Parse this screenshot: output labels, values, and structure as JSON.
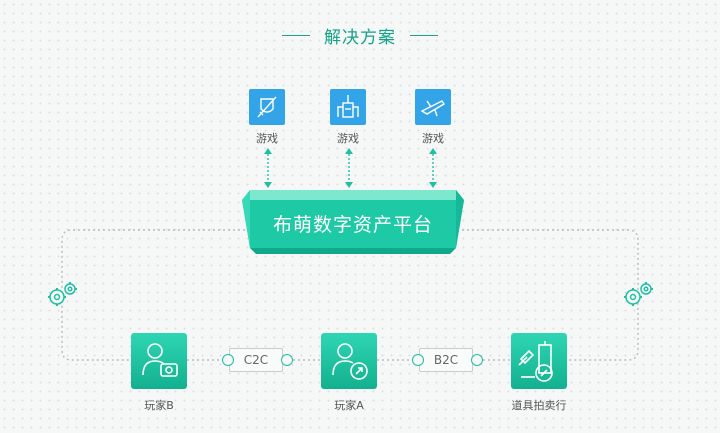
{
  "title": "解决方案",
  "games": [
    {
      "label": "游戏",
      "icon": "sword-shield-icon"
    },
    {
      "label": "游戏",
      "icon": "castle-icon"
    },
    {
      "label": "游戏",
      "icon": "airplane-icon"
    }
  ],
  "platform": {
    "label": "布萌数字资产平台"
  },
  "nodes": [
    {
      "label": "玩家B",
      "icon": "player-camera-icon"
    },
    {
      "label": "玩家A",
      "icon": "player-coin-icon"
    },
    {
      "label": "道具拍卖行",
      "icon": "auction-building-icon"
    }
  ],
  "connectors": [
    {
      "label": "C2C"
    },
    {
      "label": "B2C"
    }
  ],
  "colors": {
    "accent": "#15a387",
    "blue": "#34a4e8",
    "green": "#2fd6b3"
  }
}
